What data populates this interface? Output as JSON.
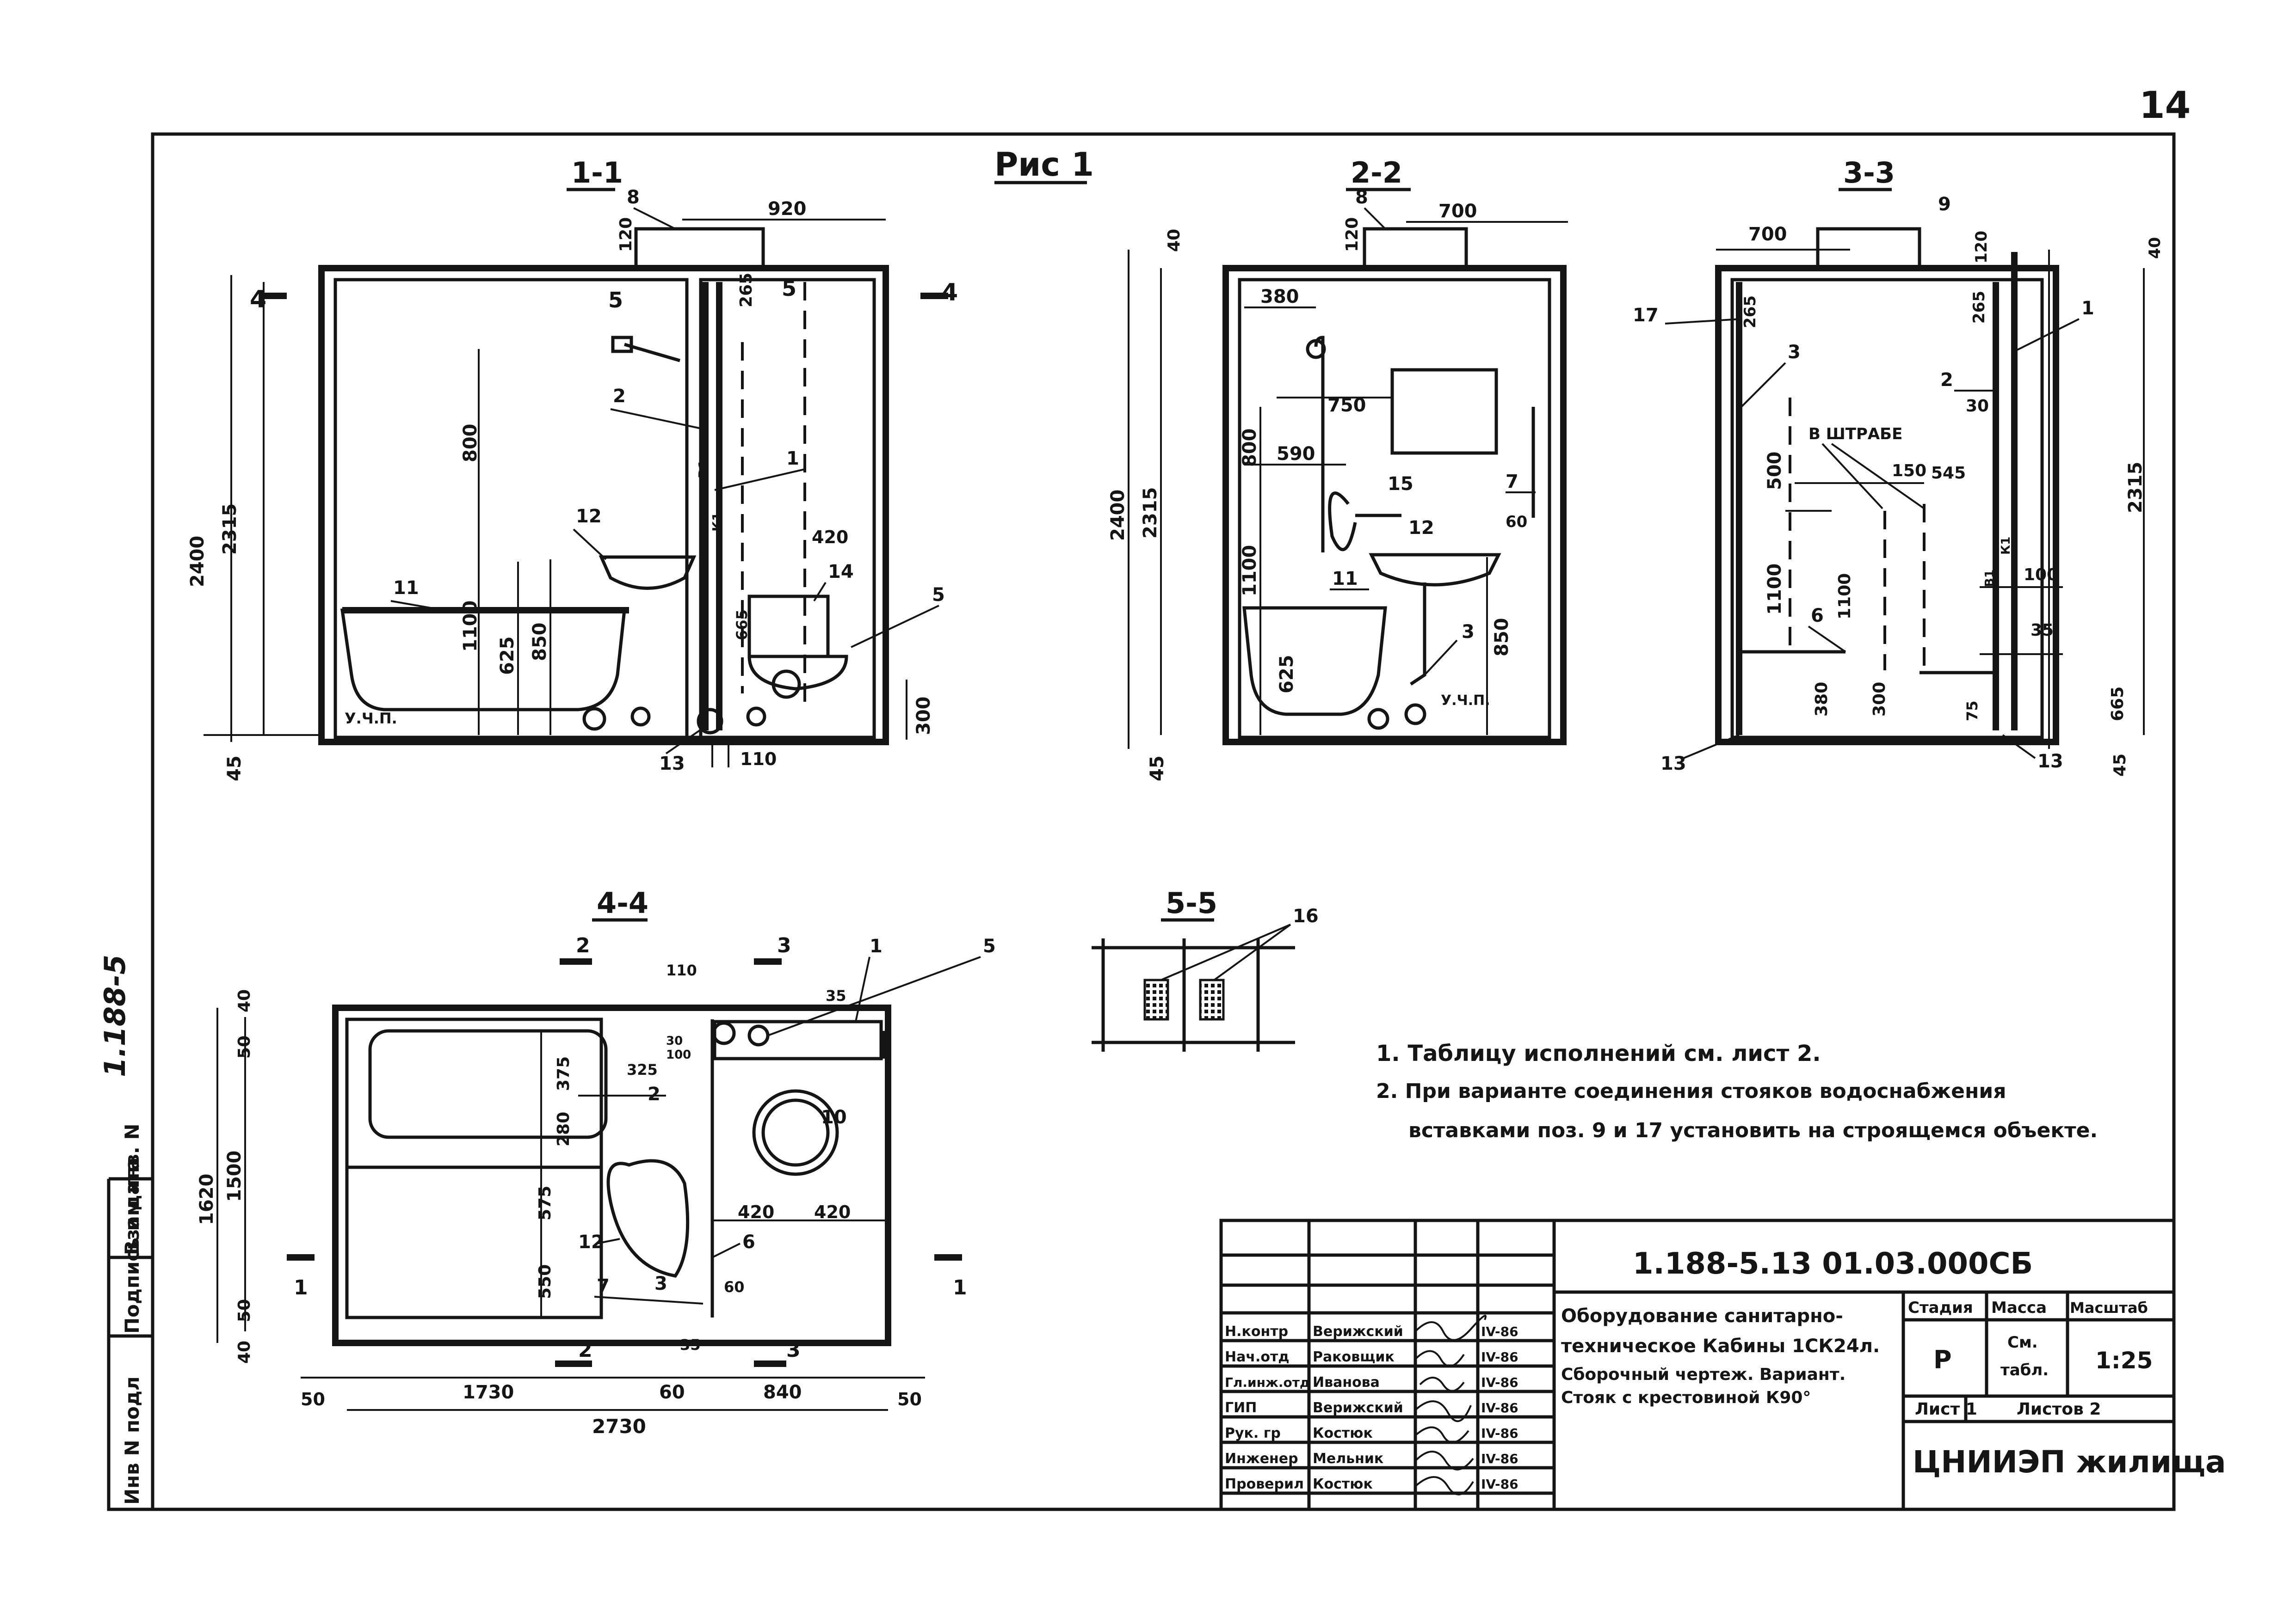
{
  "sheet": {
    "page_number": "14",
    "figure_title": "Рис 1",
    "side_code": "1.188-5",
    "side_stamp": [
      "Инв N подл",
      "Подпись и дата",
      "Взам инв. N"
    ]
  },
  "sections": {
    "s11": {
      "title": "1-1",
      "dims": [
        "920",
        "120",
        "265",
        "800",
        "2400",
        "2315",
        "1100",
        "625",
        "850",
        "45",
        "420",
        "665",
        "300",
        "110"
      ],
      "cuts": [
        "4",
        "4",
        "5",
        "5"
      ],
      "callouts": [
        "8",
        "2",
        "1",
        "12",
        "11",
        "14",
        "5",
        "13"
      ],
      "labels": [
        "У.Ч.П.",
        "К1",
        "В1"
      ]
    },
    "s22": {
      "title": "2-2",
      "dims": [
        "700",
        "40",
        "120",
        "380",
        "750",
        "590",
        "800",
        "2400",
        "2315",
        "1100",
        "625",
        "850",
        "60",
        "45"
      ],
      "callouts": [
        "8",
        "15",
        "7",
        "12",
        "11",
        "3"
      ],
      "labels": [
        "У.Ч.П."
      ]
    },
    "s33": {
      "title": "3-3",
      "dims": [
        "700",
        "120",
        "40",
        "265",
        "265",
        "30",
        "500",
        "1100",
        "150",
        "545",
        "1100",
        "100",
        "35",
        "380",
        "300",
        "75",
        "665",
        "2315",
        "45"
      ],
      "callouts": [
        "9",
        "17",
        "3",
        "1",
        "2",
        "6",
        "13",
        "13"
      ],
      "labels": [
        "В ШТРАБЕ",
        "К1",
        "В1"
      ]
    },
    "s44": {
      "title": "4-4",
      "dims": [
        "40",
        "50",
        "1620",
        "1500",
        "50",
        "40",
        "375",
        "325",
        "30",
        "100",
        "280",
        "575",
        "550",
        "420",
        "420",
        "60",
        "35",
        "35",
        "110",
        "50",
        "1730",
        "60",
        "840",
        "50",
        "2730"
      ],
      "cuts": [
        "2",
        "3",
        "1",
        "1",
        "2",
        "3"
      ],
      "callouts": [
        "1",
        "5",
        "2",
        "10",
        "12",
        "6",
        "7",
        "3"
      ]
    },
    "s55": {
      "title": "5-5",
      "callouts": [
        "16"
      ]
    }
  },
  "notes": [
    "1. Таблицу исполнений см. лист 2.",
    "2. При варианте соединения стояков водоснабжения",
    "вставками поз. 9 и 17 установить на строящемся объекте."
  ],
  "title_block": {
    "code": "1.188-5.13 01.03.000СБ",
    "description": [
      "Оборудование санитарно-",
      "техническое Кабины 1СК24л.",
      "Сборочный чертеж. Вариант.",
      "Стояк с крестовиной К90°"
    ],
    "col_headers": [
      "Стадия",
      "Масса",
      "Масштаб"
    ],
    "stage": "Р",
    "mass": [
      "См.",
      "табл."
    ],
    "scale": "1:25",
    "sheet": "Лист 1",
    "sheets": "Листов 2",
    "org": "ЦНИИЭП жилища",
    "signatures": [
      {
        "role": "Н.контр",
        "name": "Верижский",
        "date": "IV-86"
      },
      {
        "role": "Нач.отд",
        "name": "Раковщик",
        "date": "IV-86"
      },
      {
        "role": "Гл.инж.отд",
        "name": "Иванова",
        "date": "IV-86"
      },
      {
        "role": "ГИП",
        "name": "Верижский",
        "date": "IV-86"
      },
      {
        "role": "Рук. гр",
        "name": "Костюк",
        "date": "IV-86"
      },
      {
        "role": "Инженер",
        "name": "Мельник",
        "date": "IV-86"
      },
      {
        "role": "Проверил",
        "name": "Костюк",
        "date": "IV-86"
      }
    ]
  }
}
